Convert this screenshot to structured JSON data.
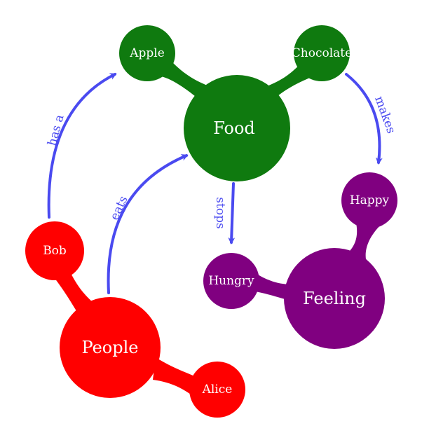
{
  "colors": {
    "food": "#0f7a0f",
    "people": "#ff0000",
    "feeling": "#800080",
    "arrow": "#4a4af0"
  },
  "nodes": {
    "food": "Food",
    "apple": "Apple",
    "chocolate": "Chocolate",
    "people": "People",
    "bob": "Bob",
    "alice": "Alice",
    "feeling": "Feeling",
    "happy": "Happy",
    "hungry": "Hungry"
  },
  "edges": {
    "has_a": "has a",
    "eats": "eats",
    "makes": "makes",
    "stops": "stops"
  }
}
